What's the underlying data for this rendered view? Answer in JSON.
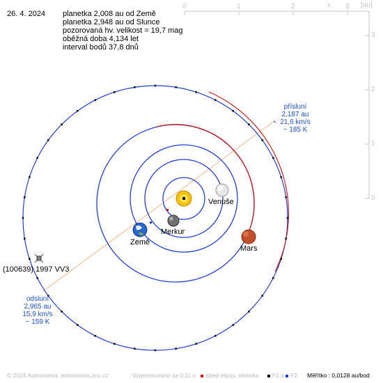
{
  "header": {
    "date": "26. 4. 2024",
    "lines": [
      "planetka 2,008 au od Země",
      "planetka 2,948 au od Slunce",
      "pozorovaná hv. velikost = 19,7 mag",
      "oběžná doba 4,134 let",
      "interval bodů 37,8 dnů"
    ]
  },
  "axes": {
    "x_ticks": [
      "0",
      "1",
      "2",
      "3"
    ],
    "x_unit": "x",
    "unit": "[au]",
    "y_ticks": [
      "3",
      "2",
      "1",
      "0"
    ]
  },
  "bodies": {
    "venus": "Venuše",
    "mercury": "Merkur",
    "earth": "Země",
    "mars": "Mars"
  },
  "asteroid": {
    "name": "(100639) 1997 VV3"
  },
  "perihelion": {
    "title": "přísluní",
    "distance": "2,187 au",
    "speed": "21,6 km/s",
    "temp": "~ 185 K"
  },
  "aphelion": {
    "title": "odsluní",
    "distance": "2,965 au",
    "speed": "15,9 km/s",
    "temp": "~ 159 K"
  },
  "footer": {
    "copyright": "© 2024 Astronomia, astronomia.zcu.cz",
    "generated": "Vygenerováno za 0,11 s",
    "legend_center": "střed elipsy, ohniska",
    "legend_f1": "F1 a",
    "legend_f2": "F2",
    "scale": "Měřítko : 0,0128 au/bod"
  },
  "colors": {
    "orbit_blue": "#1f3fd0",
    "orbit_red": "#d01818",
    "label_blue": "#1a4fd8",
    "apsis_line": "#f3b48a",
    "axis_gray": "#b8b8b8"
  }
}
